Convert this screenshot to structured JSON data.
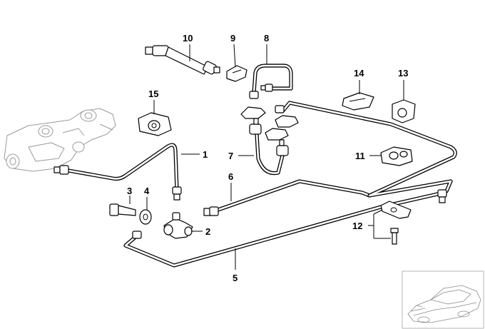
{
  "callouts": {
    "p1": "1",
    "p2": "2",
    "p3": "3",
    "p4": "4",
    "p5": "5",
    "p6": "6",
    "p7": "7",
    "p8": "8",
    "p9": "9",
    "p10": "10",
    "p11": "11",
    "p12": "12",
    "p13": "13",
    "p14": "14",
    "p15": "15"
  },
  "icons": {
    "master_cylinder": "master-cylinder-icon",
    "vehicle_inset": "vehicle-thumbnail-icon"
  },
  "colors": {
    "line": "#000000",
    "ghost": "#9a9a9a",
    "background": "#ffffff"
  }
}
